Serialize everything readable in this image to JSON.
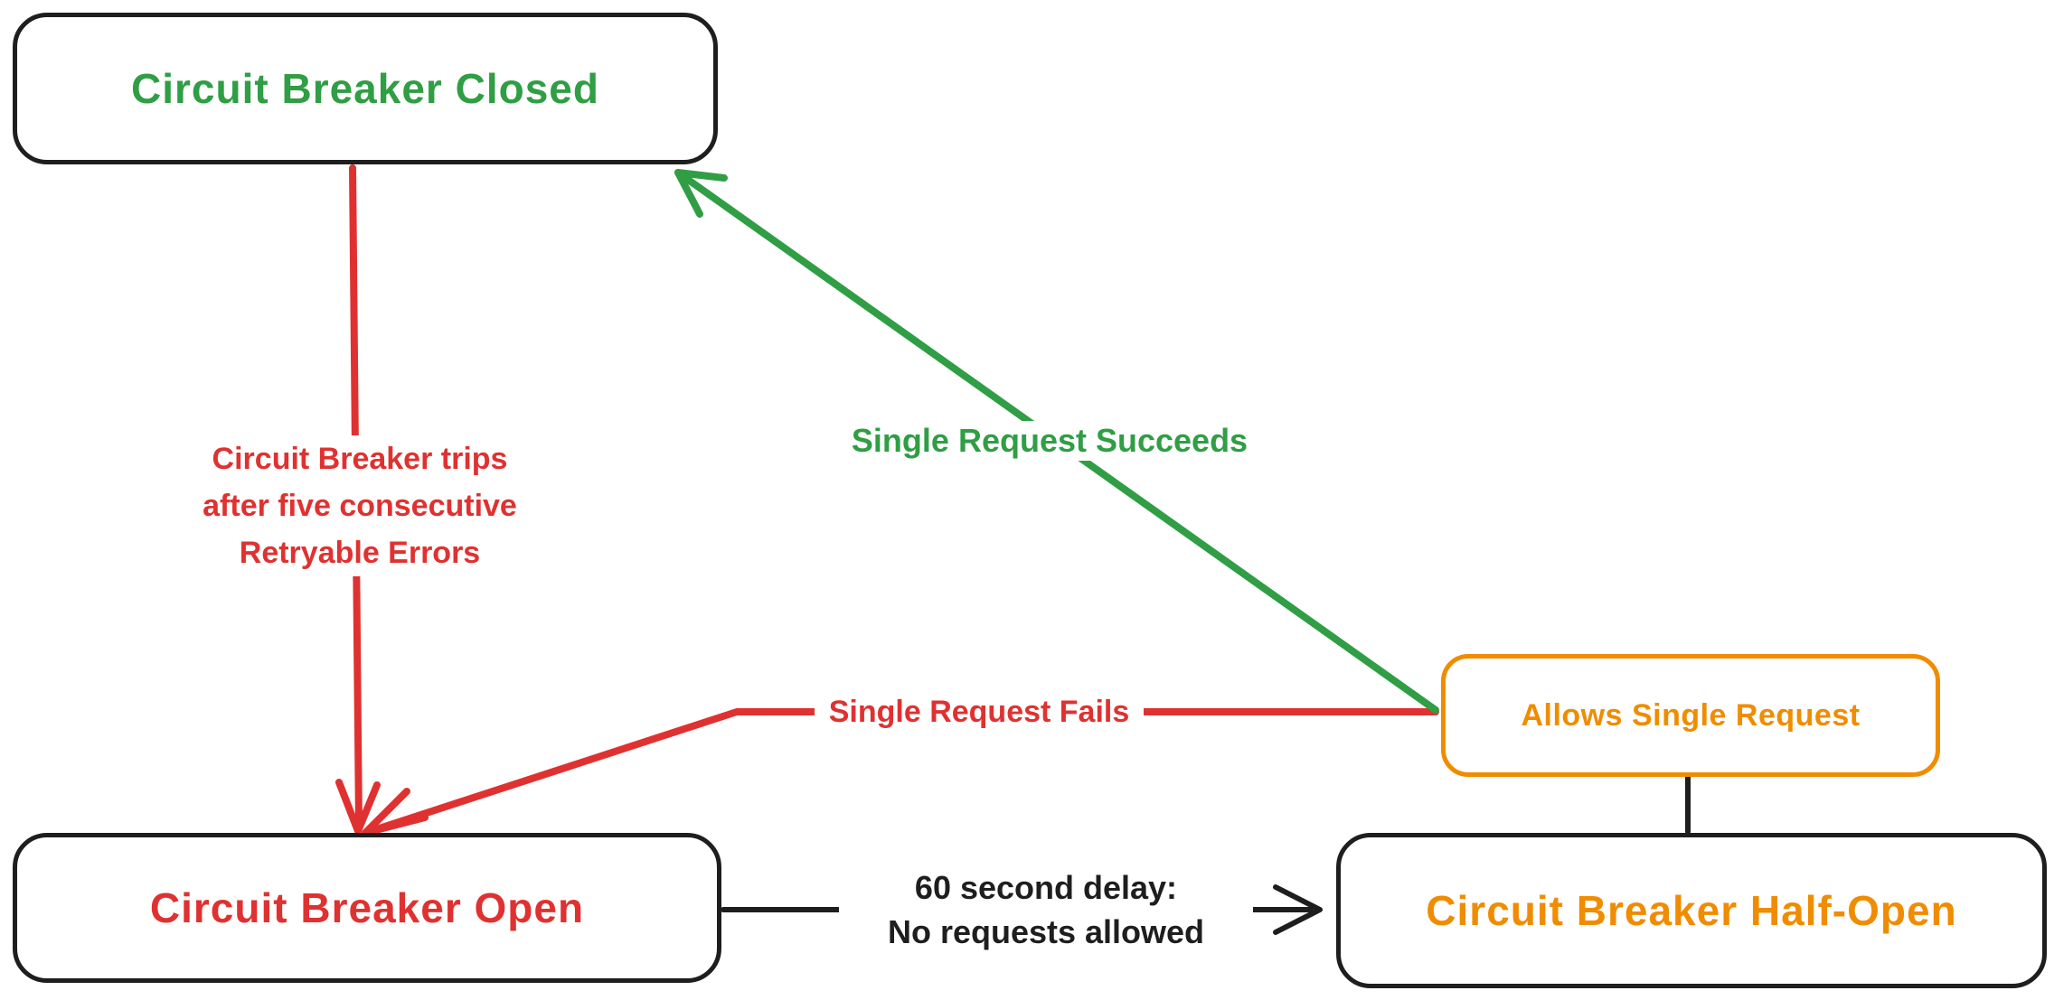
{
  "palette": {
    "green": "#2f9e44",
    "red": "#e03131",
    "orange": "#f08c00",
    "ink": "#1e1e1e",
    "background": "#ffffff"
  },
  "states": {
    "closed": {
      "label": "Circuit Breaker Closed",
      "color": "#2f9e44"
    },
    "open": {
      "label": "Circuit Breaker Open",
      "color": "#e03131"
    },
    "half_open": {
      "label": "Circuit Breaker Half-Open",
      "color": "#f08c00"
    },
    "allows_single_request": {
      "label": "Allows Single Request",
      "color": "#f08c00"
    }
  },
  "transitions": {
    "trip": {
      "from": "closed",
      "to": "open",
      "color": "#e03131",
      "lines": [
        "Circuit Breaker trips",
        "after five consecutive",
        "Retryable Errors"
      ]
    },
    "success": {
      "from": "allows_single_request",
      "to": "closed",
      "color": "#2f9e44",
      "label": "Single Request Succeeds"
    },
    "fail": {
      "from": "allows_single_request",
      "to": "open",
      "color": "#e03131",
      "label": "Single Request Fails"
    },
    "delay": {
      "from": "open",
      "to": "half_open",
      "color": "#1e1e1e",
      "lines": [
        "60 second delay:",
        "No requests allowed"
      ]
    }
  }
}
